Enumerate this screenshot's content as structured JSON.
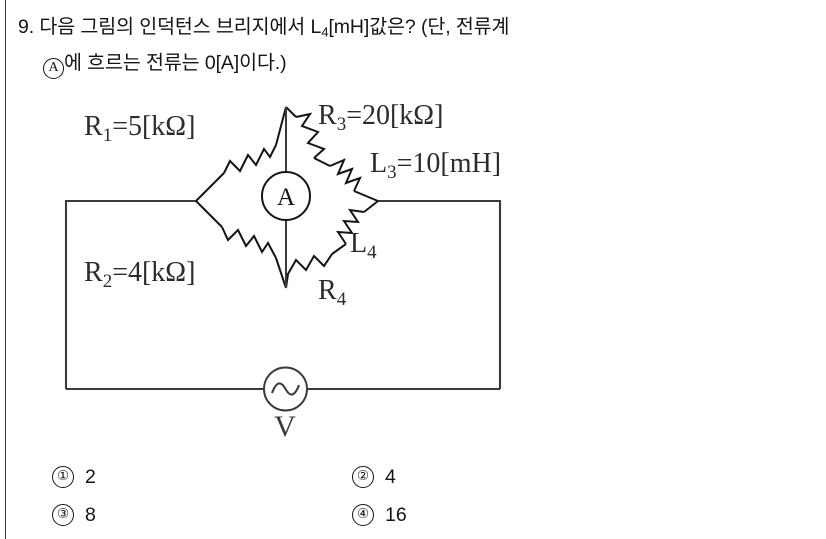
{
  "question": {
    "number": "9.",
    "line1_pre": "다음 그림의 인덕턴스 브리지에서 L",
    "line1_sub": "4",
    "line1_post": "[mH]값은? (단, 전류계",
    "line2_pre": "에 흐르는 전류는 0[A]이다.)",
    "ammeter_symbol": "A"
  },
  "figure": {
    "labels": {
      "r1": "R₁=5[kΩ]",
      "r1_base": "R",
      "r1_sub": "1",
      "r1_rest": "=5[kΩ]",
      "r2_base": "R",
      "r2_sub": "2",
      "r2_rest": "=4[kΩ]",
      "r3_base": "R",
      "r3_sub": "3",
      "r3_rest": "=20[kΩ]",
      "l3_base": "L",
      "l3_sub": "3",
      "l3_rest": "=10[mH]",
      "l4_base": "L",
      "l4_sub": "4",
      "r4_base": "R",
      "r4_sub": "4",
      "ammeter": "A",
      "source": "V"
    },
    "colors": {
      "wire": "#3a3a3a",
      "component": "#141414"
    }
  },
  "choices": [
    {
      "marker": "①",
      "value": "2"
    },
    {
      "marker": "②",
      "value": "4"
    },
    {
      "marker": "③",
      "value": "8"
    },
    {
      "marker": "④",
      "value": "16"
    }
  ]
}
